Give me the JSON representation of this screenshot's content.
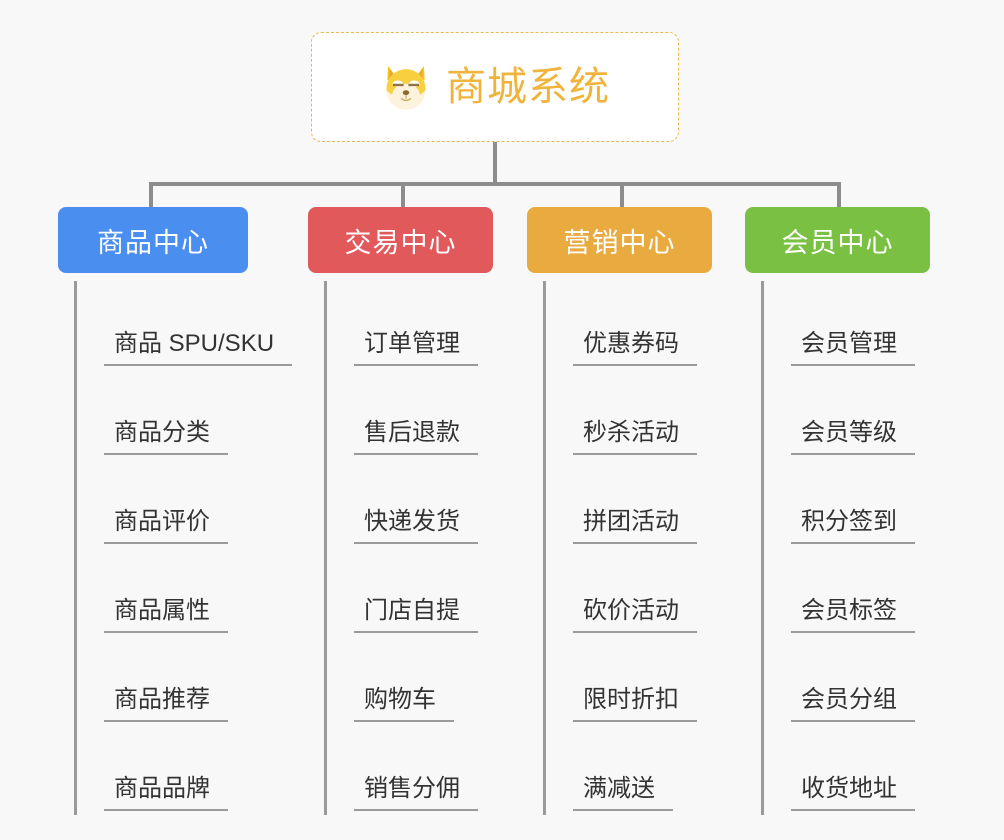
{
  "diagram": {
    "title": "商城系统",
    "background_color": "#f8f8f8",
    "root": {
      "label": "商城系统",
      "icon": "shiba-dog-icon",
      "text_color": "#f0b43c",
      "border_color": "#e8b84b",
      "fill_color": "#ffffff"
    },
    "connector_color": "#8d8d8d",
    "branches": [
      {
        "label": "商品中心",
        "color": "#4a8ef0",
        "children": [
          "商品 SPU/SKU",
          "商品分类",
          "商品评价",
          "商品属性",
          "商品推荐",
          "商品品牌"
        ]
      },
      {
        "label": "交易中心",
        "color": "#e2595b",
        "children": [
          "订单管理",
          "售后退款",
          "快递发货",
          "门店自提",
          "购物车",
          "销售分佣"
        ]
      },
      {
        "label": "营销中心",
        "color": "#e9ab3f",
        "children": [
          "优惠券码",
          "秒杀活动",
          "拼团活动",
          "砍价活动",
          "限时折扣",
          "满减送"
        ]
      },
      {
        "label": "会员中心",
        "color": "#7ac143",
        "children": [
          "会员管理",
          "会员等级",
          "积分签到",
          "会员标签",
          "会员分组",
          "收货地址"
        ]
      }
    ]
  }
}
